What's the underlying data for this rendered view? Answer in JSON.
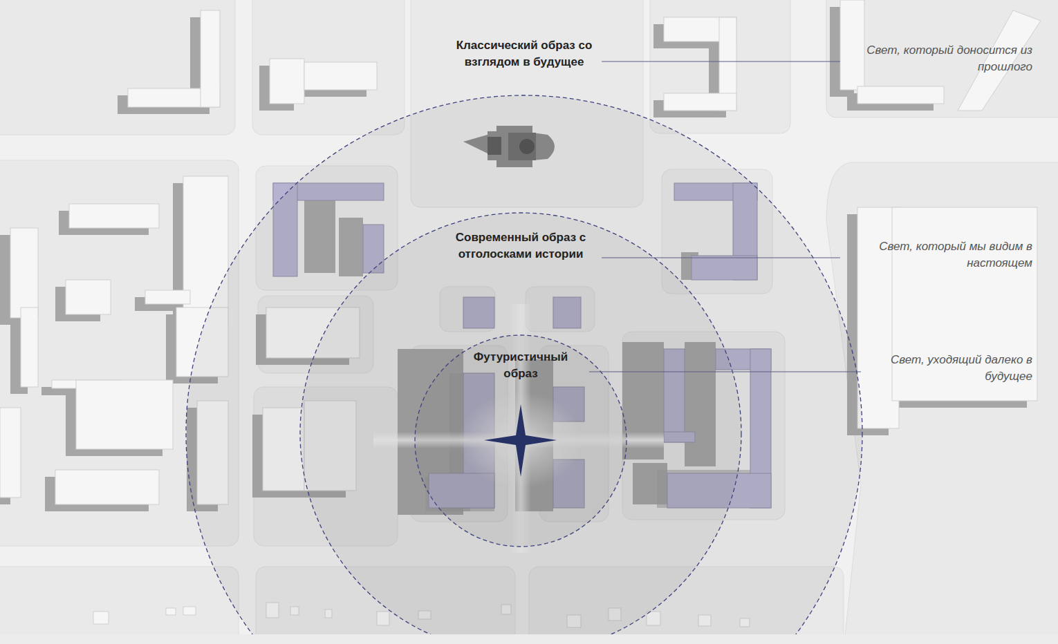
{
  "diagram": {
    "nodes": [
      {
        "text": [
          "Классический образ со взглядом в будущее"
        ]
      },
      {
        "text": [
          "Современный образ с отголосками истории"
        ],
        "in": 0
      },
      {
        "text": [
          "Футуристичный образ"
        ],
        "in": 1
      }
    ],
    "labels": [
      "Свет, который доносится из прошлого",
      "Свет, который мы видим в настоящем",
      "Свет, уходящий далеко в будущее"
    ]
  }
}
